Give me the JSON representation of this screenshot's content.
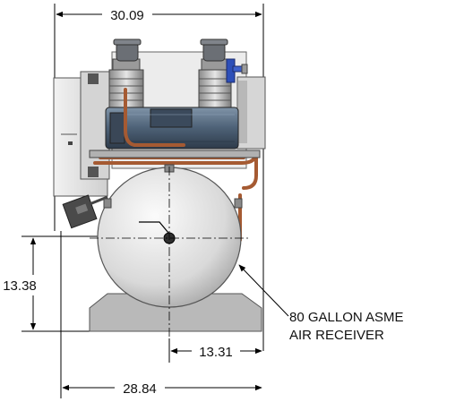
{
  "dimensions": {
    "top_width": "30.09",
    "tank_height": "13.38",
    "tank_offset": "13.31",
    "base_width": "28.84"
  },
  "callout": {
    "line1": "80 GALLON ASME",
    "line2": "AIR RECEIVER"
  }
}
